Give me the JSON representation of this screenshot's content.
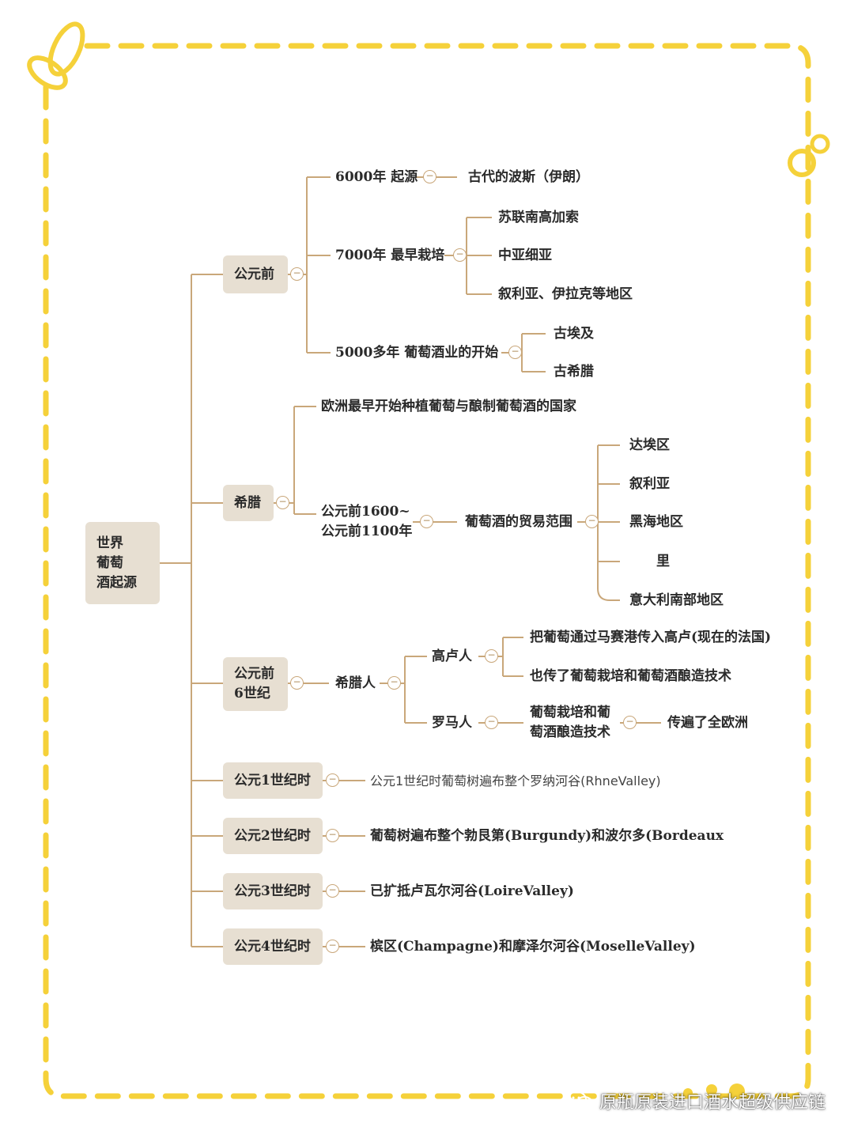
{
  "colors": {
    "frame": "#f5d13a",
    "branch": "#c9a77a",
    "node_fill": "#e7dfd2",
    "text": "#2a2a2a"
  },
  "root": {
    "label": "世界\n葡萄\n酒起源"
  },
  "branches": {
    "bc": {
      "label": "公元前",
      "items": {
        "y6000": {
          "label": "6000年 起源",
          "child": "古代的波斯（伊朗）"
        },
        "y7000": {
          "label": "7000年 最早栽培",
          "children": [
            "苏联南高加索",
            "中亚细亚",
            "叙利亚、伊拉克等地区"
          ]
        },
        "y5000": {
          "label": "5000多年  葡萄酒业的开始",
          "children": [
            "古埃及",
            "古希腊"
          ]
        }
      }
    },
    "greece": {
      "label": "希腊",
      "first": "欧洲最早开始种植葡萄与酿制葡萄酒的国家",
      "period": "公元前1600~\n公元前1100年",
      "trade": "葡萄酒的贸易范围",
      "regions": [
        "达埃区",
        "叙利亚",
        "黑海地区",
        "里",
        "意大利南部地区"
      ]
    },
    "c6": {
      "label": "公元前\n6世纪",
      "greeks": "希腊人",
      "gauls": {
        "label": "高卢人",
        "children": [
          "把葡萄通过马赛港传入高卢(现在的法国)",
          "也传了葡萄栽培和葡萄酒酿造技术"
        ]
      },
      "romans": {
        "label": "罗马人",
        "tech": "葡萄栽培和葡\n萄酒酿造技术",
        "result": "传遍了全欧洲"
      }
    },
    "ad1": {
      "label": "公元1世纪时",
      "text": "公元1世纪时葡萄树遍布整个罗纳河谷(RhneValley)"
    },
    "ad2": {
      "label": "公元2世纪时",
      "text": "葡萄树遍布整个勃艮第(Burgundy)和波尔多(Bordeaux"
    },
    "ad3": {
      "label": "公元3世纪时",
      "text": "已扩抵卢瓦尔河谷(LoireValley)"
    },
    "ad4": {
      "label": "公元4世纪时",
      "text": "槟区(Champagne)和摩泽尔河谷(MoselleValley)"
    }
  },
  "watermark": {
    "icon": "wechat-icon",
    "text": "原瓶原装进口酒水超级供应链"
  }
}
